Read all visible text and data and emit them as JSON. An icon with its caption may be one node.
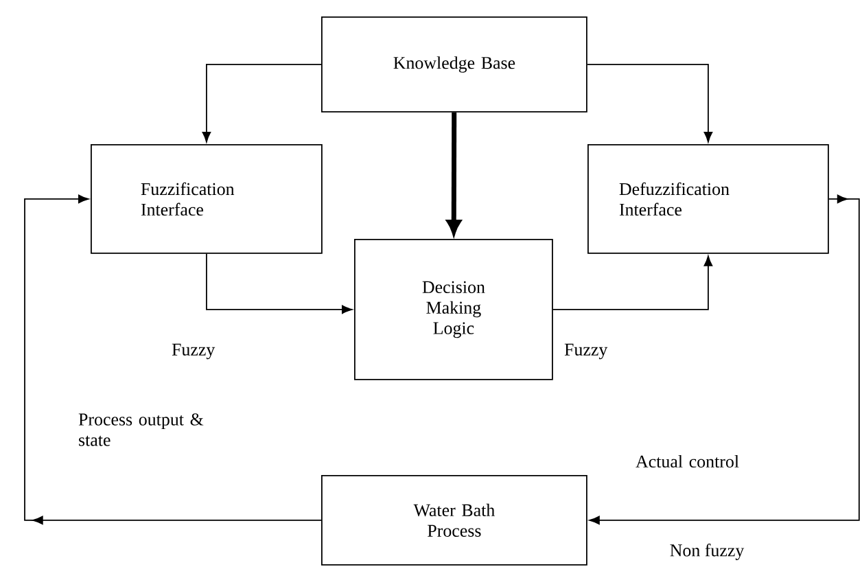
{
  "diagram": {
    "nodes": [
      {
        "text": [
          "Knowledge Base"
        ]
      },
      {
        "text": [
          "Fuzzification Interface"
        ]
      },
      {
        "text": [
          "Decision Making Logic"
        ]
      },
      {
        "text": [
          "Defuzzification Interface"
        ]
      },
      {
        "text": [
          "Water Bath Process"
        ]
      }
    ],
    "edges": [
      {
        "from": 0,
        "to": 1,
        "arrow": "to"
      },
      {
        "from": 0,
        "to": 3,
        "arrow": "to"
      },
      {
        "from": 0,
        "to": 2,
        "arrow": "to",
        "style": "thick"
      },
      {
        "from": 1,
        "to": 2,
        "arrow": "to",
        "label": "Fuzzy"
      },
      {
        "from": 2,
        "to": 3,
        "arrow": "to",
        "label": "Fuzzy"
      },
      {
        "from": 3,
        "to": 4,
        "arrow": "to",
        "label": "Actual control"
      },
      {
        "from": 4,
        "to": 1,
        "arrow": "to",
        "label": "Process output & state"
      }
    ],
    "labels": [
      "Non fuzzy"
    ]
  }
}
